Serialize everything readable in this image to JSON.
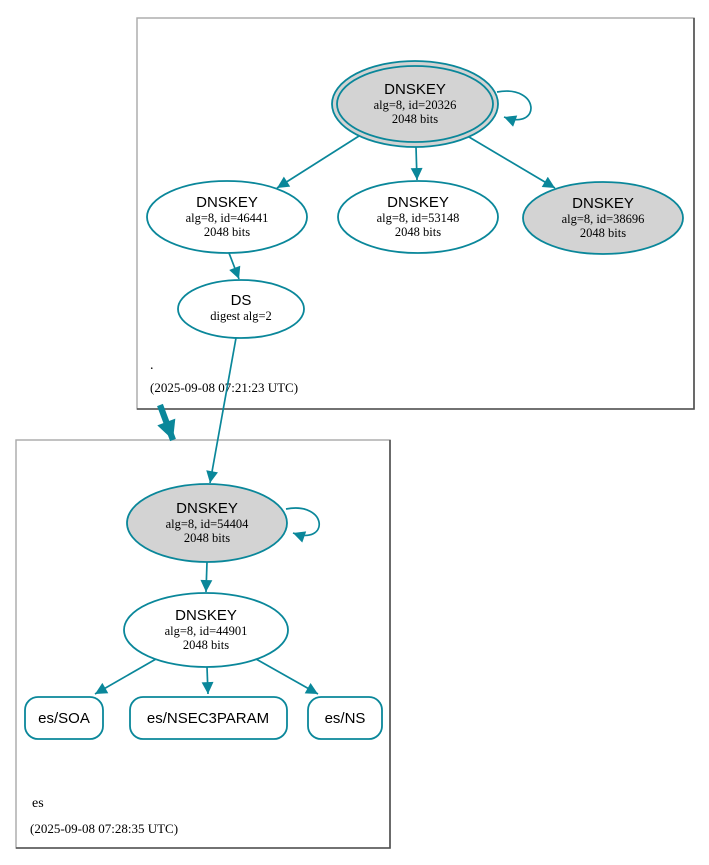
{
  "colors": {
    "secure_teal": "#0a879a",
    "ksk_fill": "#d3d3d3",
    "node_fill": "#ffffff",
    "box_border_light": "#a9a9a9",
    "box_border_dark": "#4f4f4f"
  },
  "root_zone": {
    "name": ".",
    "timestamp": "(2025-09-08 07:21:23 UTC)",
    "nodes": {
      "ksk20326": {
        "title": "DNSKEY",
        "detail1": "alg=8, id=20326",
        "detail2": "2048 bits"
      },
      "key46441": {
        "title": "DNSKEY",
        "detail1": "alg=8, id=46441",
        "detail2": "2048 bits"
      },
      "key53148": {
        "title": "DNSKEY",
        "detail1": "alg=8, id=53148",
        "detail2": "2048 bits"
      },
      "key38696": {
        "title": "DNSKEY",
        "detail1": "alg=8, id=38696",
        "detail2": "2048 bits"
      },
      "ds": {
        "title": "DS",
        "detail1": "digest alg=2"
      }
    }
  },
  "es_zone": {
    "name": "es",
    "timestamp": "(2025-09-08 07:28:35 UTC)",
    "nodes": {
      "ksk54404": {
        "title": "DNSKEY",
        "detail1": "alg=8, id=54404",
        "detail2": "2048 bits"
      },
      "key44901": {
        "title": "DNSKEY",
        "detail1": "alg=8, id=44901",
        "detail2": "2048 bits"
      },
      "rrset_soa": {
        "label": "es/SOA"
      },
      "rrset_nsec3param": {
        "label": "es/NSEC3PARAM"
      },
      "rrset_ns": {
        "label": "es/NS"
      }
    }
  }
}
